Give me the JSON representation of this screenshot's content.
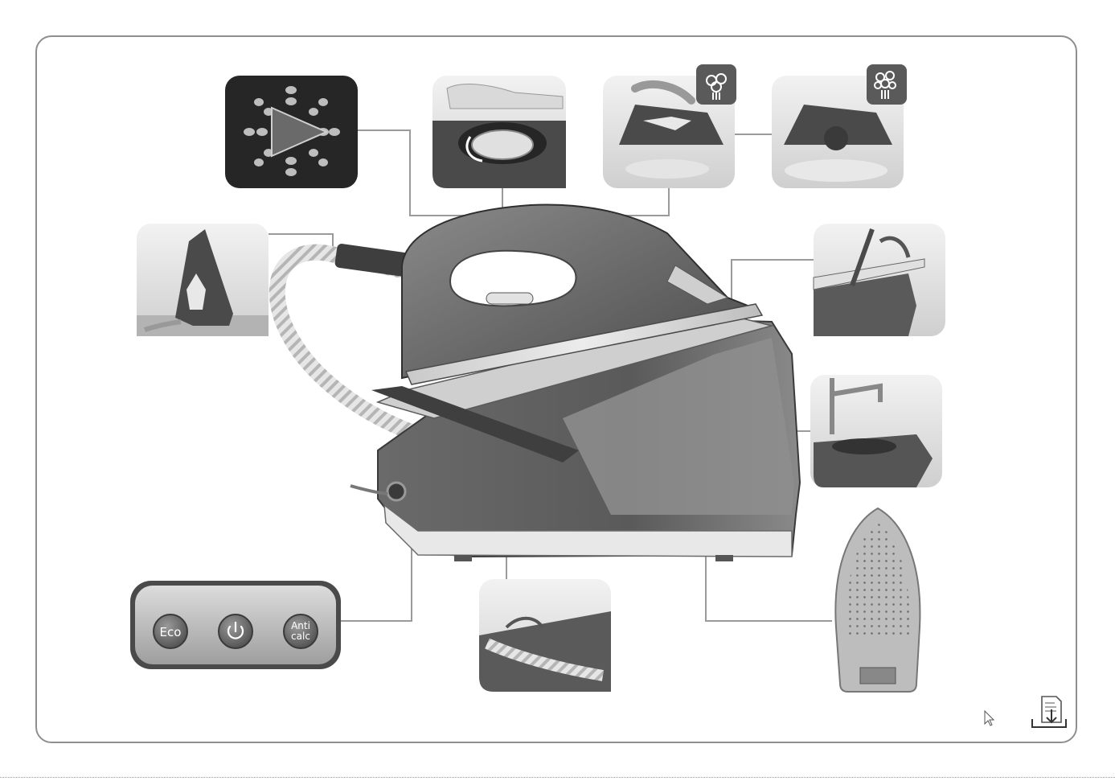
{
  "control_panel": {
    "buttons": [
      {
        "label": "Eco",
        "icon": "eco-button-icon"
      },
      {
        "label": "",
        "icon": "power-icon"
      },
      {
        "label_line1": "Anti",
        "label_line2": "calc",
        "icon": "anticalc-button-icon"
      }
    ]
  },
  "icons": {
    "steam_low": "steam-low-icon",
    "steam_high": "steam-high-icon",
    "download": "download-document-icon",
    "cursor": "mouse-cursor-icon"
  },
  "colors": {
    "frame": "#8f8f8f",
    "dark": "#3f3f3f",
    "mid": "#7a7a7a",
    "light": "#d6d6d6",
    "button": "#6e6e6e"
  }
}
